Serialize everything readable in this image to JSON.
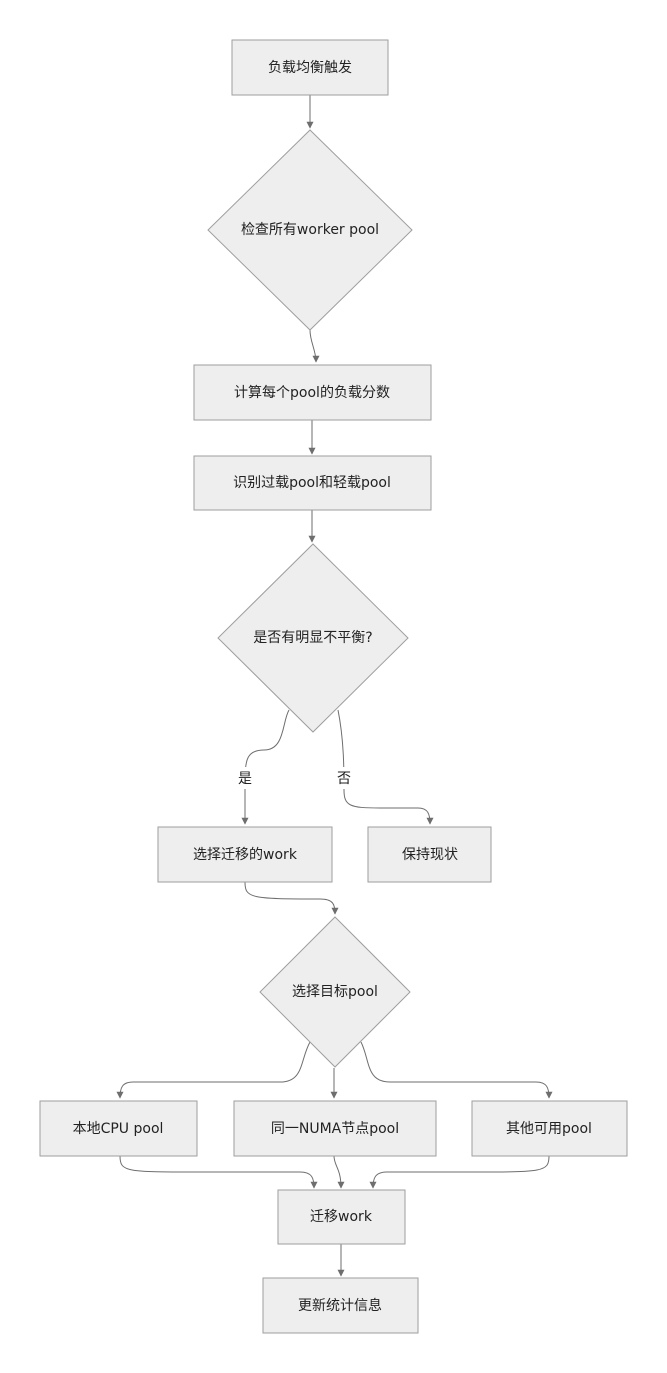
{
  "nodes": {
    "trigger": "负载均衡触发",
    "check_pools": "检查所有worker pool",
    "compute_score": "计算每个pool的负载分数",
    "identify_pools": "识别过载pool和轻载pool",
    "imbalance": "是否有明显不平衡?",
    "select_work": "选择迁移的work",
    "keep_status": "保持现状",
    "select_target": "选择目标pool",
    "local_cpu": "本地CPU pool",
    "same_numa": "同一NUMA节点pool",
    "other_pool": "其他可用pool",
    "migrate": "迁移work",
    "update_stats": "更新统计信息"
  },
  "edge_labels": {
    "yes": "是",
    "no": "否"
  },
  "colors": {
    "node_fill": "#eeeeee",
    "node_stroke": "#9e9e9e",
    "edge": "#6e6e6e",
    "text": "#222222"
  }
}
